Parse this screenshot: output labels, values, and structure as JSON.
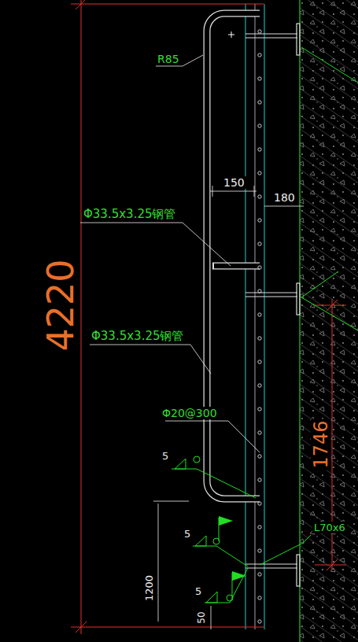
{
  "diagram": {
    "labels": [
      "R85",
      "150",
      "180",
      "Φ33.5x3.25钢管",
      "4220",
      "Φ33.5x3.25钢管",
      "Φ20@300",
      "5",
      "1746",
      "5",
      "L70x6",
      "5",
      "1200",
      "50"
    ]
  }
}
